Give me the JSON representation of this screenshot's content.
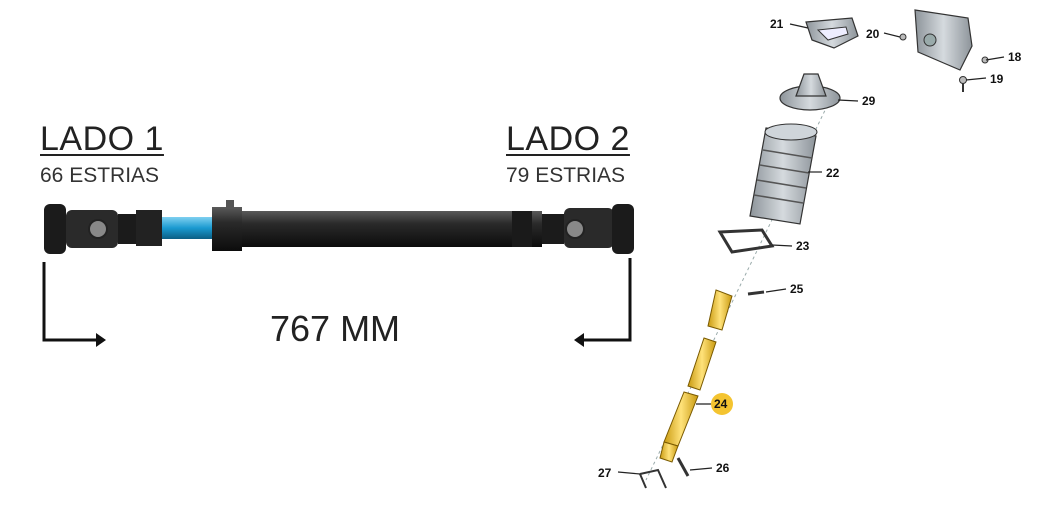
{
  "shaft": {
    "side1": {
      "title": "LADO 1",
      "splines": "66 ESTRIAS"
    },
    "side2": {
      "title": "LADO 2",
      "splines": "79 ESTRIAS"
    },
    "length": "767 MM"
  },
  "diagram": {
    "highlight_color": "#f4c430",
    "parts": {
      "p18": "18",
      "p19": "19",
      "p20": "20",
      "p21": "21",
      "p22": "22",
      "p23": "23",
      "p24": "24",
      "p25": "25",
      "p26": "26",
      "p27": "27",
      "p29": "29"
    }
  }
}
